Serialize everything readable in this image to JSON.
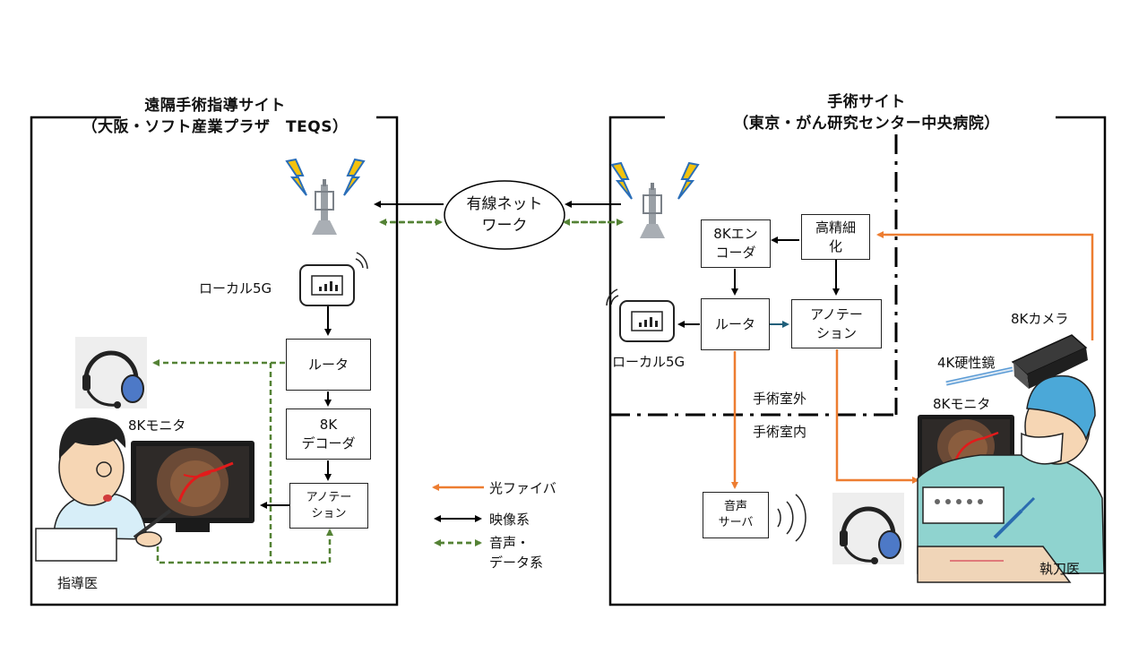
{
  "left_site": {
    "title_line1": "遠隔手術指導サイト",
    "title_line2": "（大阪・ソフト産業プラザ　TEQS）",
    "local5g": "ローカル5G",
    "router": "ルータ",
    "decoder_line1": "8K",
    "decoder_line2": "デコーダ",
    "annotation_line1": "アノテー",
    "annotation_line2": "ション",
    "monitor": "8Kモニタ",
    "doctor": "指導医"
  },
  "network": {
    "line1": "有線ネット",
    "line2": "ワーク"
  },
  "right_site": {
    "title_line1": "手術サイト",
    "title_line2": "（東京・がん研究センター中央病院）",
    "encoder_line1": "8Kエン",
    "encoder_line2": "コーダ",
    "hires_line1": "高精細",
    "hires_line2": "化",
    "router": "ルータ",
    "annotation_line1": "アノテー",
    "annotation_line2": "ション",
    "local5g": "ローカル5G",
    "outside": "手術室外",
    "inside": "手術室内",
    "audio_line1": "音声",
    "audio_line2": "サーバ",
    "camera": "8Kカメラ",
    "scope": "4K硬性鏡",
    "monitor": "8Kモニタ",
    "surgeon": "執刀医"
  },
  "legend": {
    "fiber": "光ファイバ",
    "video": "映像系",
    "audio_line1": "音声・",
    "audio_line2": "データ系"
  },
  "colors": {
    "fiber": "#ED7D31",
    "video": "#000000",
    "audio": "#548235",
    "annotation_link": "#1F5F7A"
  }
}
